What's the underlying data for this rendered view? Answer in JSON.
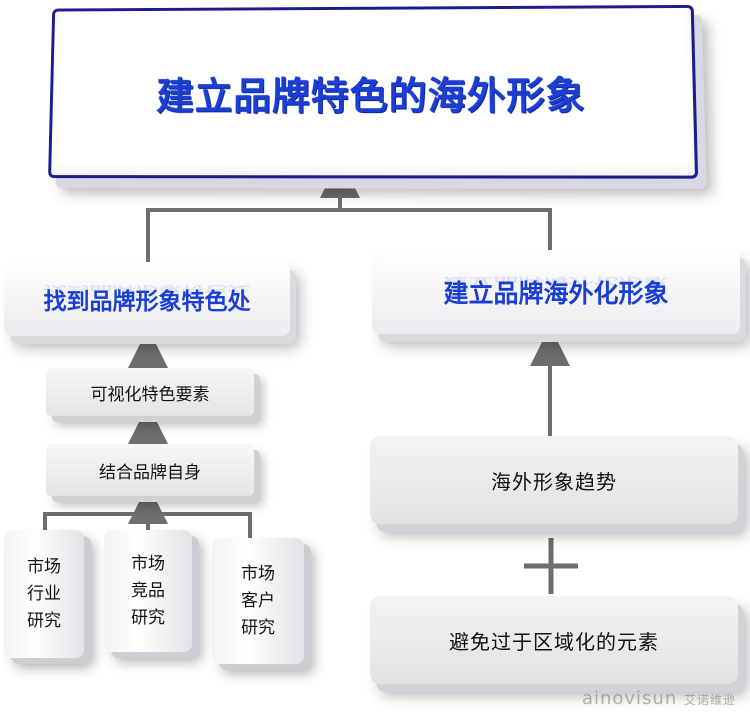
{
  "title": "建立品牌特色的海外形象",
  "left_branch": {
    "heading": "找到品牌形象特色处",
    "steps": [
      "可视化特色要素",
      "结合品牌自身"
    ],
    "research": [
      {
        "lines": [
          "市场",
          "行业",
          "研究"
        ]
      },
      {
        "lines": [
          "市场",
          "竞品",
          "研究"
        ]
      },
      {
        "lines": [
          "市场",
          "客户",
          "研究"
        ]
      }
    ]
  },
  "right_branch": {
    "heading": "建立品牌海外化形象",
    "item1": "海外形象趋势",
    "plus_symbol": "+",
    "item2": "避免过于区域化的元素"
  },
  "watermark": {
    "brand": "ainovisun",
    "cn": "艾诺维逊"
  },
  "colors": {
    "accent_blue": "#1a3fd2",
    "title_border": "#1c1c8c",
    "connector": "#6e6e6e"
  }
}
